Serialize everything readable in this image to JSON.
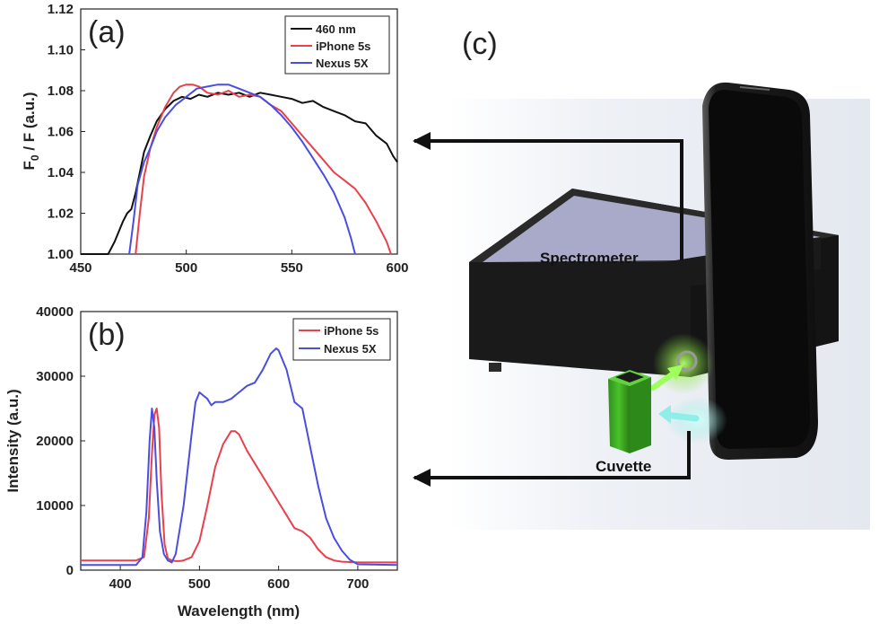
{
  "colors": {
    "c460": "#111111",
    "iphone": "#e8414c",
    "nexus": "#4a4ee0",
    "axis": "#222222"
  },
  "labels": {
    "panel_a": "(a)",
    "panel_b": "(b)",
    "panel_c": "(c)",
    "spectrometer": "Spectrometer",
    "cuvette": "Cuvette"
  },
  "chart_data": [
    {
      "type": "line",
      "panel": "(a)",
      "xlabel": "",
      "ylabel": "F",
      "ylabel_sub": "0",
      "ylabel_rest": " / F (a.u.)",
      "xlim": [
        450,
        600
      ],
      "ylim": [
        1.0,
        1.12
      ],
      "xticks": [
        450,
        500,
        550,
        600
      ],
      "yticks": [
        1.0,
        1.02,
        1.04,
        1.06,
        1.08,
        1.1,
        1.12
      ],
      "ytick_labels": [
        "1.00",
        "1.02",
        "1.04",
        "1.06",
        "1.08",
        "1.10",
        "1.12"
      ],
      "legend_position": "top-right",
      "series": [
        {
          "name": "460 nm",
          "color_key": "c460",
          "x": [
            450,
            463,
            466,
            470,
            472,
            474,
            476,
            478,
            480,
            483,
            486,
            490,
            494,
            498,
            502,
            506,
            510,
            515,
            520,
            525,
            530,
            535,
            540,
            545,
            550,
            555,
            560,
            565,
            570,
            575,
            580,
            585,
            590,
            595,
            598,
            600
          ],
          "y": [
            1.0,
            1.0,
            1.006,
            1.016,
            1.02,
            1.022,
            1.03,
            1.04,
            1.05,
            1.058,
            1.065,
            1.071,
            1.075,
            1.077,
            1.076,
            1.078,
            1.077,
            1.079,
            1.078,
            1.079,
            1.077,
            1.079,
            1.078,
            1.077,
            1.076,
            1.074,
            1.075,
            1.072,
            1.07,
            1.068,
            1.065,
            1.064,
            1.058,
            1.054,
            1.048,
            1.045
          ]
        },
        {
          "name": "iPhone 5s",
          "color_key": "iphone",
          "x": [
            476,
            478,
            480,
            483,
            486,
            490,
            494,
            497,
            500,
            503,
            506,
            510,
            515,
            520,
            525,
            530,
            535,
            540,
            545,
            550,
            555,
            560,
            565,
            570,
            575,
            580,
            585,
            590,
            595,
            597
          ],
          "y": [
            1.0,
            1.02,
            1.038,
            1.052,
            1.062,
            1.072,
            1.079,
            1.082,
            1.083,
            1.083,
            1.082,
            1.079,
            1.078,
            1.08,
            1.077,
            1.078,
            1.077,
            1.073,
            1.07,
            1.064,
            1.058,
            1.052,
            1.046,
            1.04,
            1.036,
            1.032,
            1.025,
            1.016,
            1.006,
            1.0
          ]
        },
        {
          "name": "Nexus 5X",
          "color_key": "nexus",
          "x": [
            473,
            475,
            477,
            480,
            483,
            486,
            490,
            495,
            500,
            505,
            510,
            515,
            520,
            525,
            530,
            535,
            540,
            545,
            550,
            555,
            560,
            565,
            570,
            575,
            578,
            580
          ],
          "y": [
            1.0,
            1.016,
            1.034,
            1.045,
            1.052,
            1.06,
            1.067,
            1.073,
            1.077,
            1.081,
            1.082,
            1.083,
            1.083,
            1.081,
            1.079,
            1.077,
            1.073,
            1.068,
            1.062,
            1.055,
            1.047,
            1.039,
            1.03,
            1.018,
            1.008,
            1.0
          ]
        }
      ]
    },
    {
      "type": "line",
      "panel": "(b)",
      "xlabel": "Wavelength (nm)",
      "ylabel": "Intensity (a.u.)",
      "xlim": [
        350,
        750
      ],
      "ylim": [
        0,
        40000
      ],
      "xticks": [
        400,
        500,
        600,
        700
      ],
      "yticks": [
        0,
        10000,
        20000,
        30000,
        40000
      ],
      "ytick_labels": [
        "0",
        "10000",
        "20000",
        "30000",
        "40000"
      ],
      "legend_position": "top-right",
      "series": [
        {
          "name": "iPhone 5s",
          "color_key": "iphone",
          "x": [
            350,
            420,
            430,
            436,
            440,
            443,
            446,
            449,
            452,
            456,
            460,
            465,
            470,
            475,
            480,
            490,
            500,
            510,
            520,
            530,
            540,
            545,
            550,
            560,
            570,
            580,
            590,
            600,
            610,
            620,
            630,
            640,
            650,
            660,
            670,
            680,
            700,
            750
          ],
          "y": [
            1500,
            1500,
            2000,
            8000,
            18000,
            24000,
            25000,
            22000,
            12000,
            4000,
            1800,
            1500,
            1400,
            1400,
            1500,
            2000,
            4500,
            10000,
            16000,
            19500,
            21500,
            21500,
            21000,
            18500,
            16500,
            14500,
            12500,
            10500,
            8500,
            6500,
            6000,
            5000,
            3200,
            2000,
            1500,
            1300,
            1200,
            1200
          ]
        },
        {
          "name": "Nexus 5X",
          "color_key": "nexus",
          "x": [
            350,
            420,
            428,
            433,
            437,
            440,
            443,
            446,
            450,
            455,
            460,
            465,
            470,
            480,
            490,
            495,
            500,
            505,
            510,
            515,
            520,
            530,
            540,
            550,
            560,
            570,
            580,
            590,
            597,
            600,
            610,
            620,
            625,
            630,
            640,
            650,
            660,
            670,
            680,
            690,
            700,
            750
          ],
          "y": [
            800,
            800,
            2000,
            9000,
            20000,
            25000,
            22000,
            14000,
            6000,
            2500,
            1500,
            1200,
            2500,
            10000,
            21000,
            26000,
            27500,
            27000,
            26500,
            25500,
            26000,
            26000,
            26500,
            27500,
            28500,
            29000,
            31000,
            33500,
            34300,
            34000,
            31000,
            26000,
            25500,
            25000,
            19000,
            13000,
            8000,
            5000,
            3000,
            1600,
            900,
            800
          ]
        }
      ]
    }
  ]
}
